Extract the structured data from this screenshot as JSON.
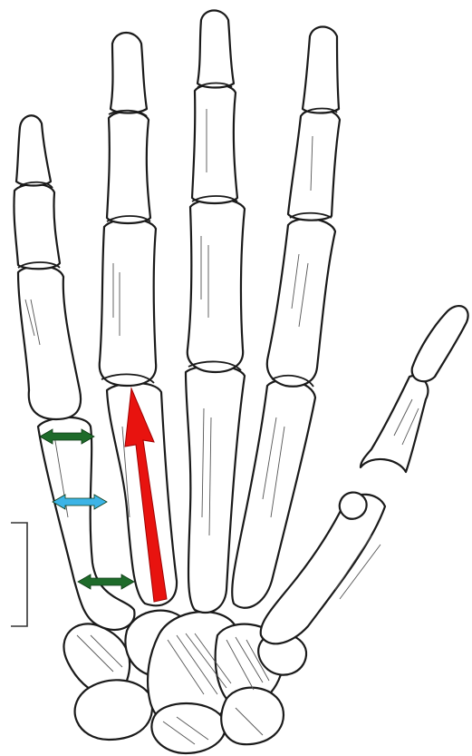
{
  "figure": {
    "subject": "hand-skeleton-dorsal-view",
    "background_color": "#ffffff",
    "line_color": "#1a1a1a"
  },
  "annotations": {
    "main_arrow": {
      "color": "#e8130f",
      "direction": "up"
    },
    "width_arrows": [
      {
        "color": "#1e6b2a",
        "direction": "horizontal-double"
      },
      {
        "color": "#3cb4e6",
        "direction": "horizontal-double"
      },
      {
        "color": "#1e6b2a",
        "direction": "horizontal-double"
      }
    ],
    "bracket": {
      "color": "#333333",
      "side": "left"
    }
  }
}
